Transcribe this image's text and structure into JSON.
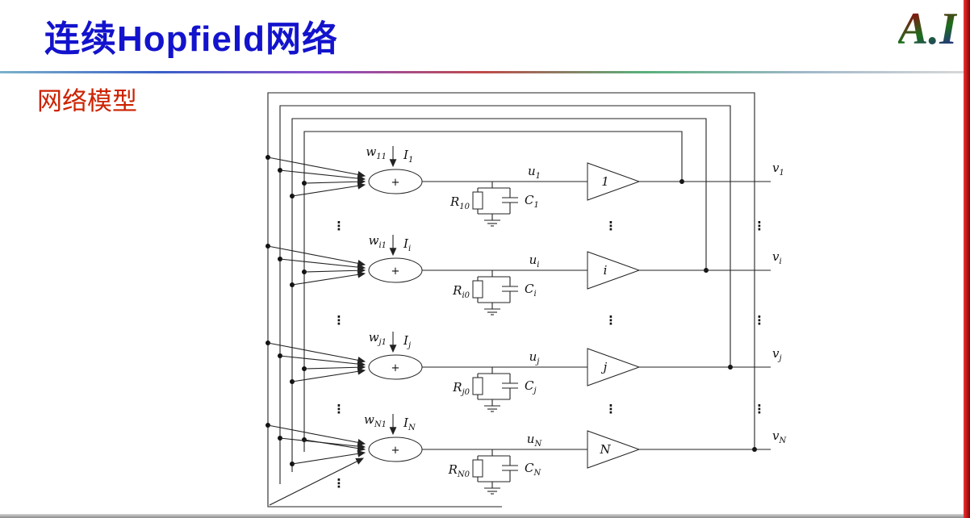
{
  "page": {
    "title": "连续Hopfield网络",
    "subtitle": "网络模型",
    "logo": "A.I"
  },
  "colors": {
    "title_blue": "#1313cd",
    "subtitle_red": "#cc2200",
    "right_edge_bar": "#cc0000"
  },
  "diagram": {
    "plus": "+",
    "ellipsis": "⋮",
    "rows": [
      {
        "w_base": "w",
        "w_sub": "11",
        "i_base": "I",
        "i_sub": "1",
        "u_base": "u",
        "u_sub": "1",
        "r_base": "R",
        "r_sub": "10",
        "c_base": "C",
        "c_sub": "1",
        "amp": "1",
        "v_base": "v",
        "v_sub": "1"
      },
      {
        "w_base": "w",
        "w_sub": "i1",
        "i_base": "I",
        "i_sub": "i",
        "u_base": "u",
        "u_sub": "i",
        "r_base": "R",
        "r_sub": "i0",
        "c_base": "C",
        "c_sub": "i",
        "amp": "i",
        "v_base": "v",
        "v_sub": "i"
      },
      {
        "w_base": "w",
        "w_sub": "j1",
        "i_base": "I",
        "i_sub": "j",
        "u_base": "u",
        "u_sub": "j",
        "r_base": "R",
        "r_sub": "j0",
        "c_base": "C",
        "c_sub": "j",
        "amp": "j",
        "v_base": "v",
        "v_sub": "j"
      },
      {
        "w_base": "w",
        "w_sub": "N1",
        "i_base": "I",
        "i_sub": "N",
        "u_base": "u",
        "u_sub": "N",
        "r_base": "R",
        "r_sub": "N0",
        "c_base": "C",
        "c_sub": "N",
        "amp": "N",
        "v_base": "v",
        "v_sub": "N"
      }
    ]
  }
}
